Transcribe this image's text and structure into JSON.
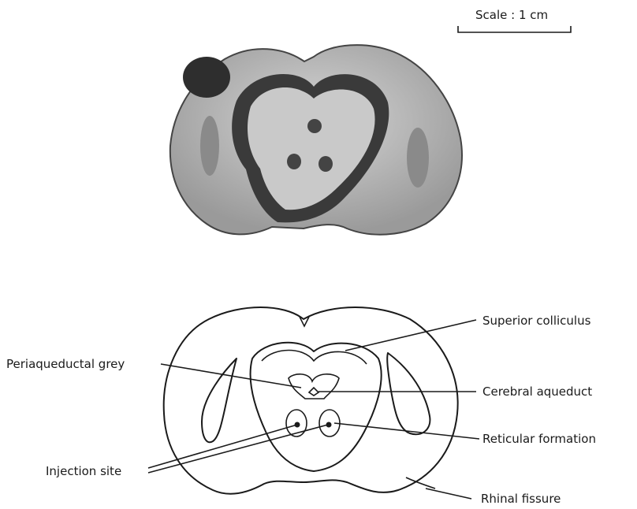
{
  "scale_label": "Scale : 1 cm",
  "labels": {
    "superior_colliculus": "Superior colliculus",
    "periaqueductal_grey": "Periaqueductal grey",
    "cerebral_aqueduct": "Cerebral aqueduct",
    "reticular_formation": "Reticular formation",
    "injection_site": "Injection site",
    "rhinal_fissure": "Rhinal fissure"
  }
}
